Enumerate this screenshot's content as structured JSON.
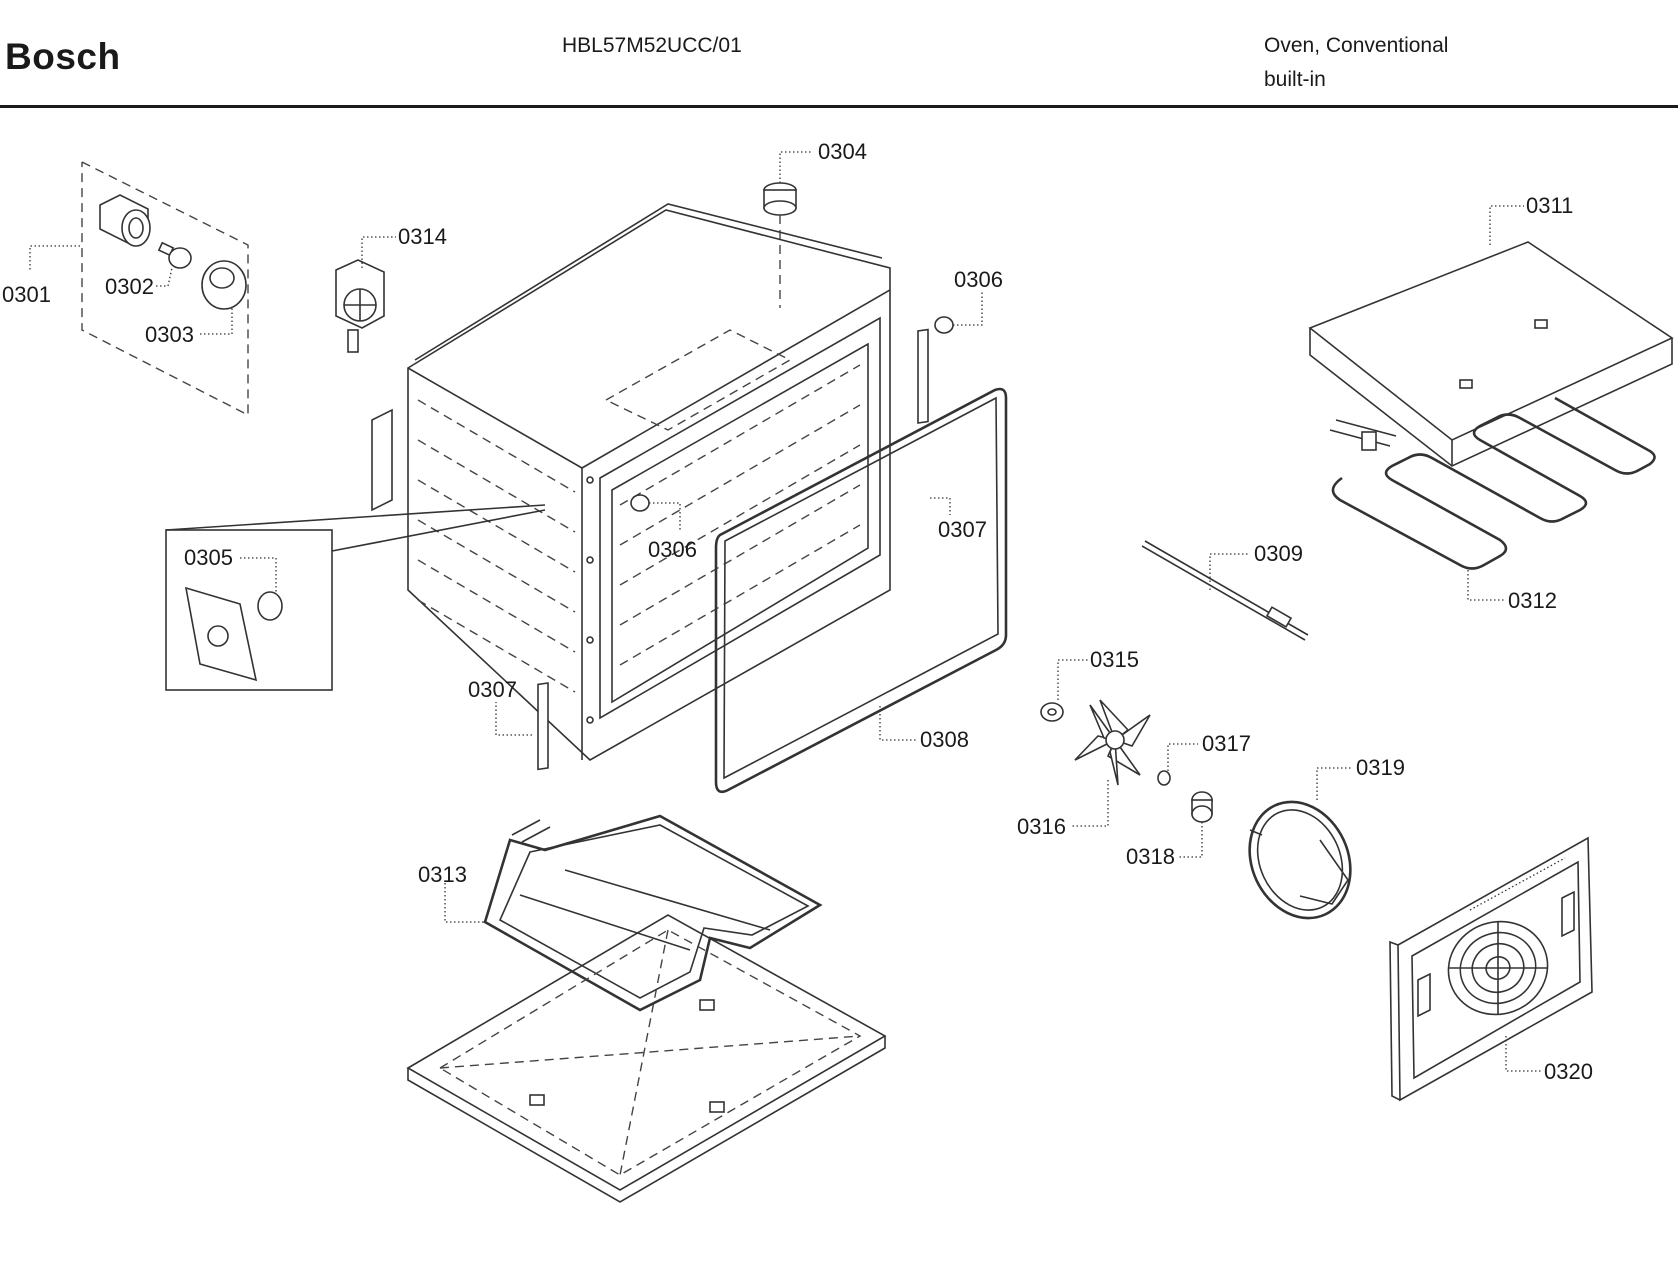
{
  "header": {
    "brand": "Bosch",
    "model": "HBL57M52UCC/01",
    "type_line1": "Oven, Conventional",
    "type_line2": "built-in"
  },
  "part_labels": {
    "p0301": "0301",
    "p0302": "0302",
    "p0303": "0303",
    "p0304": "0304",
    "p0305": "0305",
    "p0306a": "0306",
    "p0306b": "0306",
    "p0307a": "0307",
    "p0307b": "0307",
    "p0308": "0308",
    "p0309": "0309",
    "p0311": "0311",
    "p0312": "0312",
    "p0313": "0313",
    "p0314": "0314",
    "p0315": "0315",
    "p0316": "0316",
    "p0317": "0317",
    "p0318": "0318",
    "p0319": "0319",
    "p0320": "0320"
  }
}
